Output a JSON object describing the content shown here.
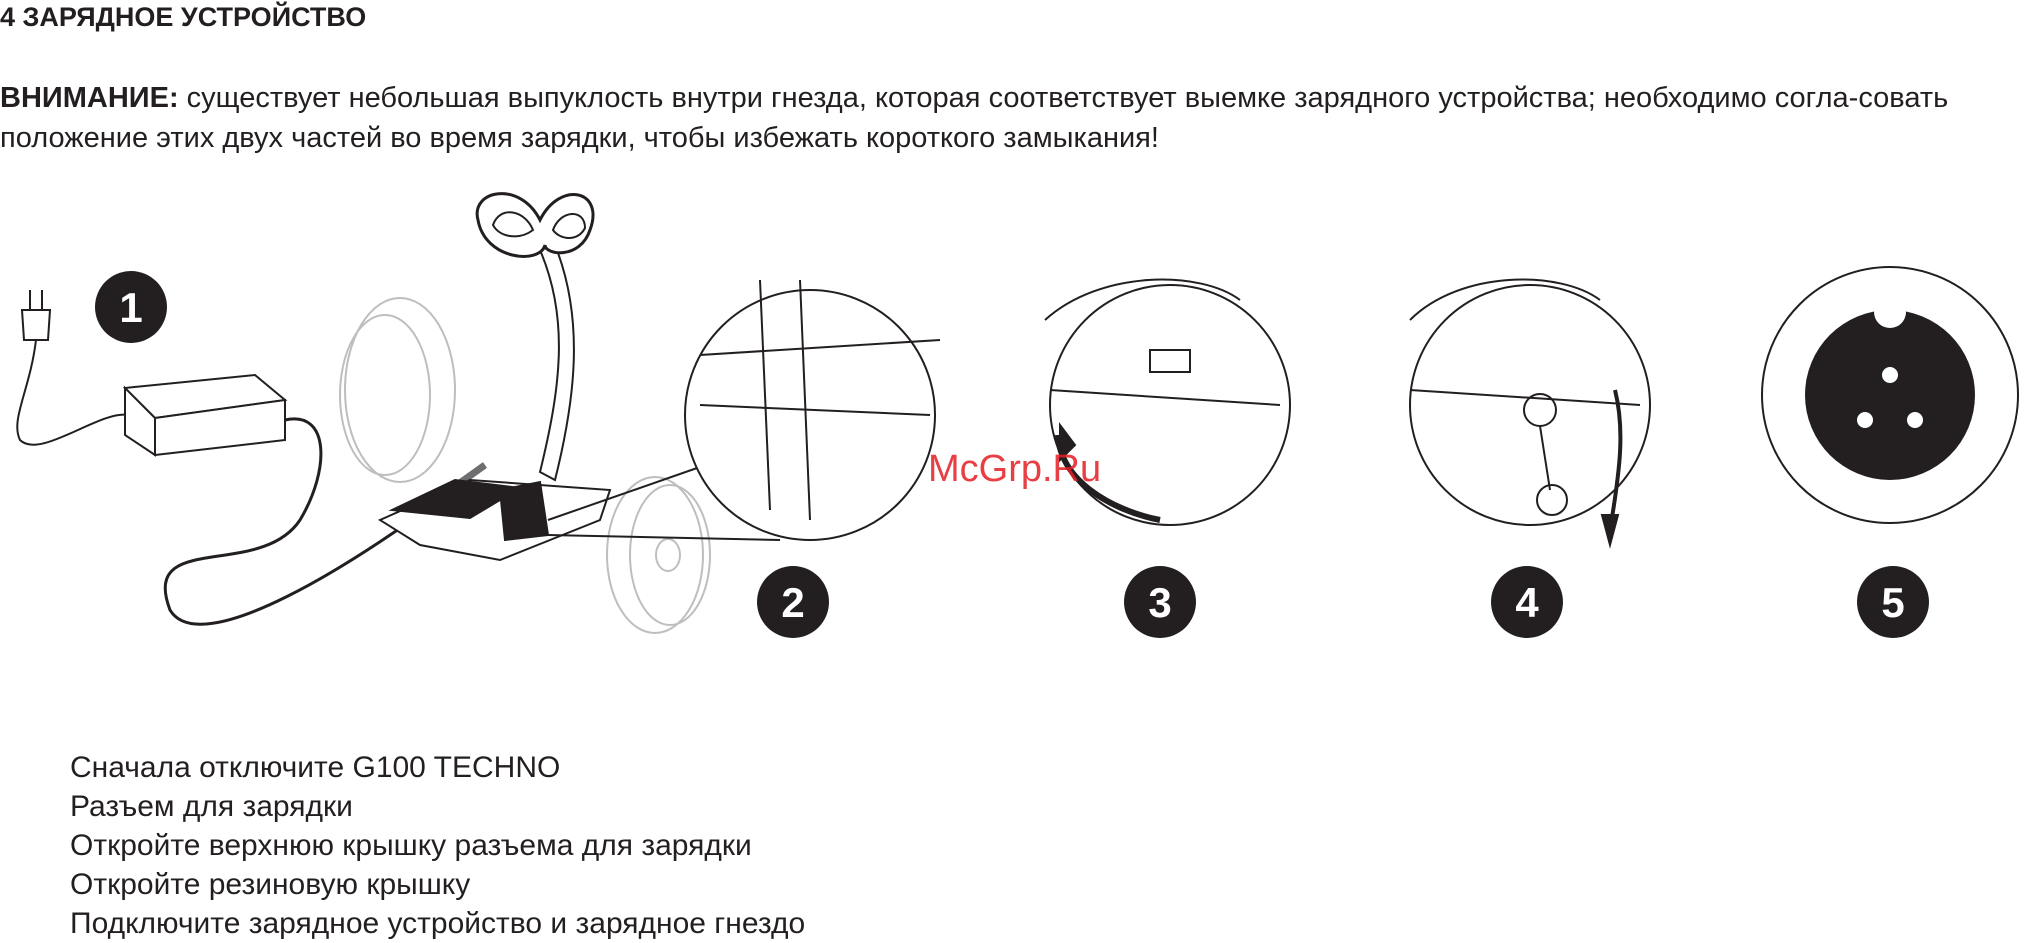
{
  "section_title": "4 ЗАРЯДНОЕ УСТРОЙСТВО",
  "warning": {
    "label": "ВНИМАНИЕ:",
    "text": " существует небольшая выпуклость внутри гнезда, которая соответствует выемке зарядного устройства; необходимо согла-совать положение этих двух частей во время зарядки, чтобы избежать короткого замыкания!"
  },
  "badges": [
    "1",
    "2",
    "3",
    "4",
    "5"
  ],
  "watermark": "McGrp.Ru",
  "steps": [
    "Сначала отключите G100 TECHNO",
    "Разъем для зарядки",
    "Откройте верхнюю крышку разъема для зарядки",
    "Откройте резиновую крышку",
    "Подключите зарядное устройство и зарядное гнездо"
  ]
}
